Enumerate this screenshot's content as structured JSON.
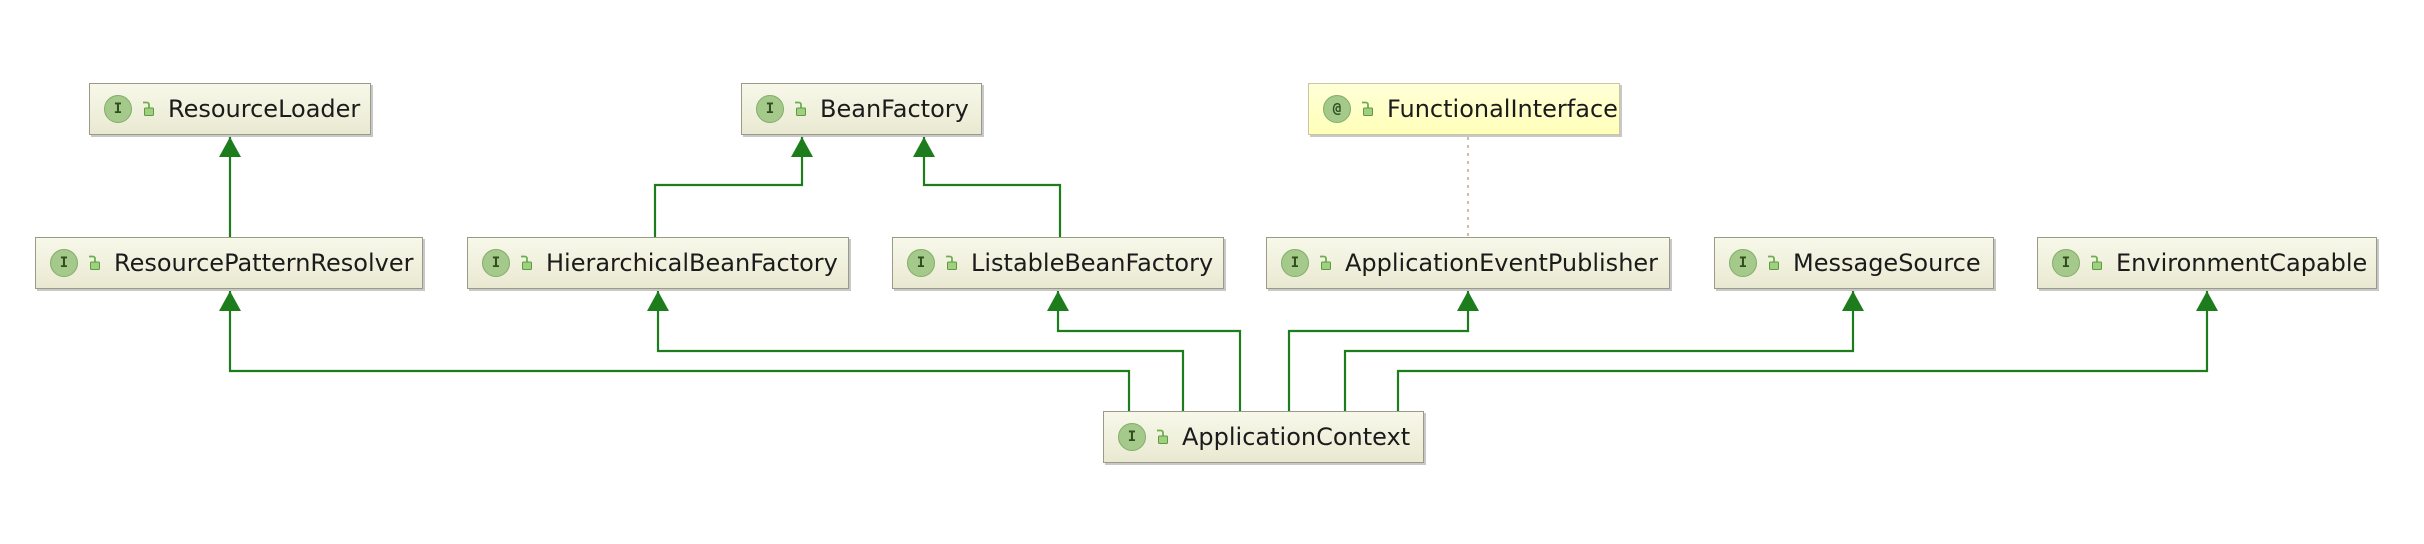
{
  "nodes": [
    {
      "id": "ResourceLoader",
      "label": "ResourceLoader",
      "badge": "I",
      "kind": "interface"
    },
    {
      "id": "BeanFactory",
      "label": "BeanFactory",
      "badge": "I",
      "kind": "interface"
    },
    {
      "id": "FunctionalInterface",
      "label": "FunctionalInterface",
      "badge": "@",
      "kind": "annotation"
    },
    {
      "id": "ResourcePatternResolver",
      "label": "ResourcePatternResolver",
      "badge": "I",
      "kind": "interface"
    },
    {
      "id": "HierarchicalBeanFactory",
      "label": "HierarchicalBeanFactory",
      "badge": "I",
      "kind": "interface"
    },
    {
      "id": "ListableBeanFactory",
      "label": "ListableBeanFactory",
      "badge": "I",
      "kind": "interface"
    },
    {
      "id": "ApplicationEventPublisher",
      "label": "ApplicationEventPublisher",
      "badge": "I",
      "kind": "interface"
    },
    {
      "id": "MessageSource",
      "label": "MessageSource",
      "badge": "I",
      "kind": "interface"
    },
    {
      "id": "EnvironmentCapable",
      "label": "EnvironmentCapable",
      "badge": "I",
      "kind": "interface"
    },
    {
      "id": "ApplicationContext",
      "label": "ApplicationContext",
      "badge": "I",
      "kind": "interface"
    }
  ],
  "edges": [
    {
      "from": "ResourcePatternResolver",
      "to": "ResourceLoader",
      "type": "extends"
    },
    {
      "from": "HierarchicalBeanFactory",
      "to": "BeanFactory",
      "type": "extends"
    },
    {
      "from": "ListableBeanFactory",
      "to": "BeanFactory",
      "type": "extends"
    },
    {
      "from": "ApplicationEventPublisher",
      "to": "FunctionalInterface",
      "type": "annotated-with"
    },
    {
      "from": "ApplicationContext",
      "to": "ResourcePatternResolver",
      "type": "extends"
    },
    {
      "from": "ApplicationContext",
      "to": "HierarchicalBeanFactory",
      "type": "extends"
    },
    {
      "from": "ApplicationContext",
      "to": "ListableBeanFactory",
      "type": "extends"
    },
    {
      "from": "ApplicationContext",
      "to": "ApplicationEventPublisher",
      "type": "extends"
    },
    {
      "from": "ApplicationContext",
      "to": "MessageSource",
      "type": "extends"
    },
    {
      "from": "ApplicationContext",
      "to": "EnvironmentCapable",
      "type": "extends"
    }
  ],
  "colors": {
    "edge": "#1d7d1d",
    "annotation_edge": "#c9b99a",
    "interface_fill": "#ececd6",
    "annotation_fill": "#ffffc4",
    "badge": "#a4c98a"
  },
  "icons": {
    "visibility": "unlocked-padlock-icon"
  }
}
